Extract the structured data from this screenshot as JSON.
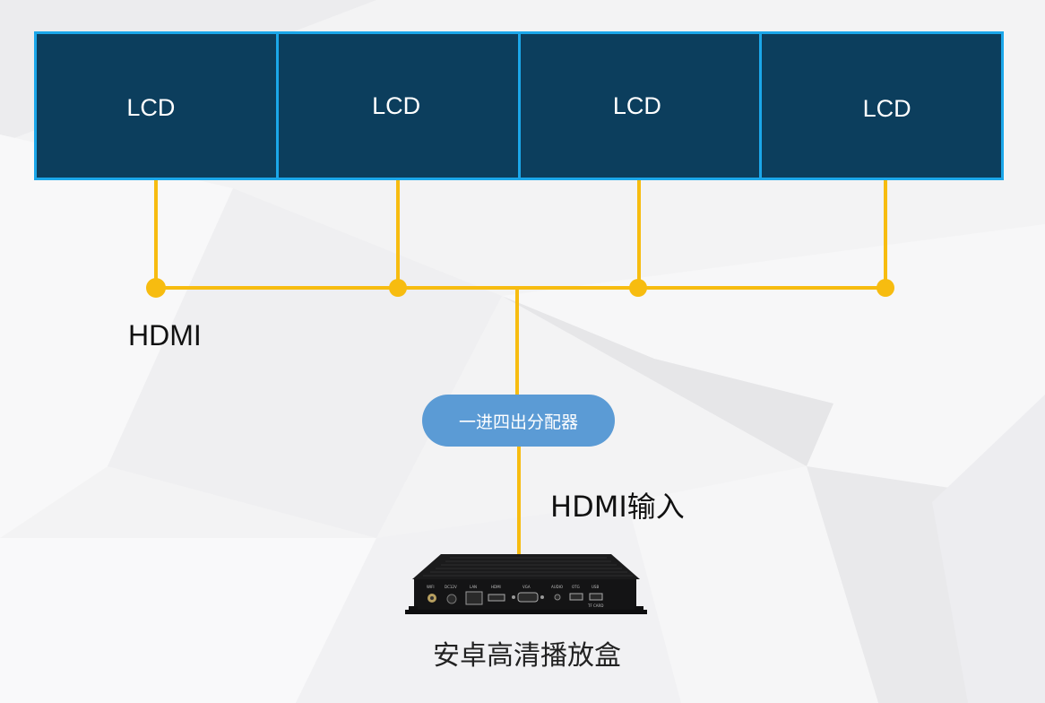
{
  "panels": [
    {
      "label": "LCD"
    },
    {
      "label": "LCD"
    },
    {
      "label": "LCD"
    },
    {
      "label": "LCD"
    }
  ],
  "hdmi_label": "HDMI",
  "splitter_label": "一进四出分配器",
  "hdmi_input_label": "HDMI输入",
  "device_caption": "安卓高清播放盒",
  "colors": {
    "panel_fill": "#0c3e5d",
    "panel_border": "#1ba7ea",
    "wire": "#f7bc10",
    "splitter": "#5b9bd5"
  }
}
